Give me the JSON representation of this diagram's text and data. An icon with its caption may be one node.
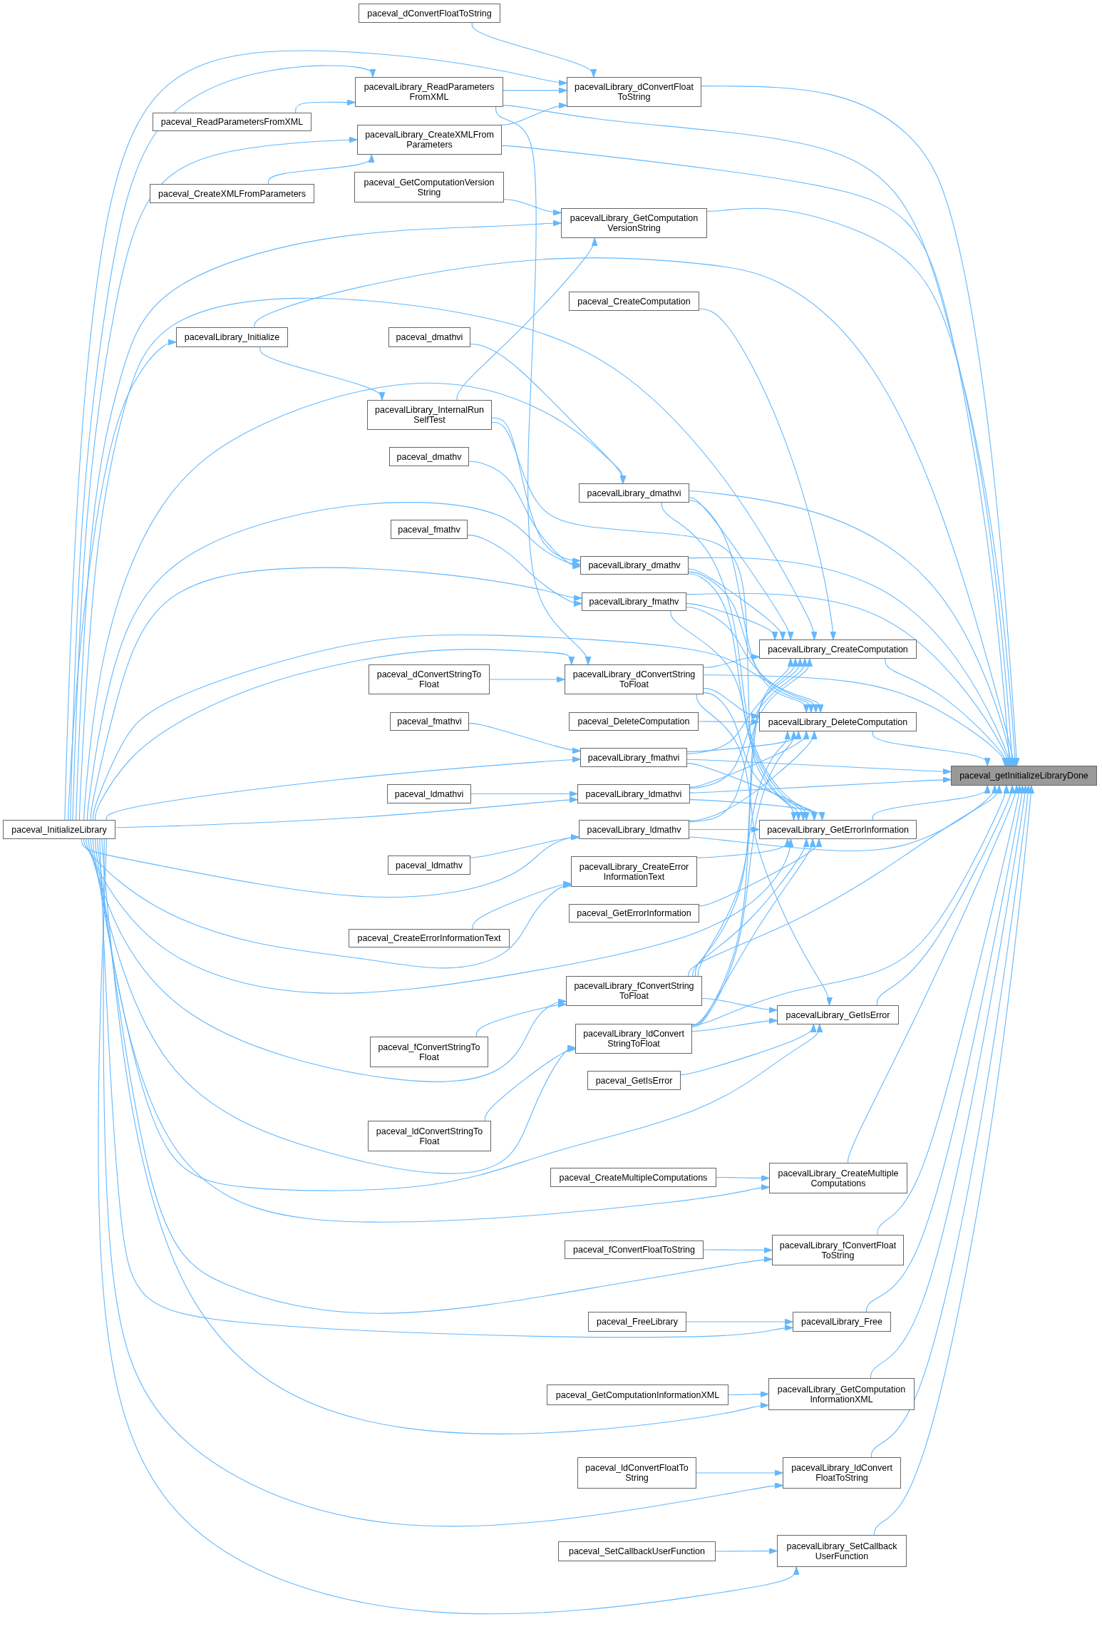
{
  "diagram": {
    "nodes": [
      {
        "text": [
          "paceval_dConvertFloatToString"
        ]
      },
      {
        "text": [
          "pacevalLibrary_ReadParameters FromXML"
        ]
      },
      {
        "text": [
          "pacevalLibrary_dConvertFloat ToString"
        ]
      },
      {
        "text": [
          "paceval_ReadParametersFromXML"
        ]
      },
      {
        "text": [
          "pacevalLibrary_CreateXMLFrom Parameters"
        ]
      },
      {
        "text": [
          "paceval_GetComputationVersion String"
        ]
      },
      {
        "text": [
          "paceval_CreateXMLFromParameters"
        ]
      },
      {
        "text": [
          "pacevalLibrary_GetComputation VersionString"
        ]
      },
      {
        "text": [
          "paceval_CreateComputation"
        ]
      },
      {
        "text": [
          "pacevalLibrary_Initialize"
        ]
      },
      {
        "text": [
          "paceval_dmathvi"
        ]
      },
      {
        "text": [
          "pacevalLibrary_InternalRun SelfTest"
        ]
      },
      {
        "text": [
          "paceval_dmathv"
        ]
      },
      {
        "text": [
          "pacevalLibrary_dmathvi"
        ]
      },
      {
        "text": [
          "paceval_fmathv"
        ]
      },
      {
        "text": [
          "pacevalLibrary_dmathv"
        ]
      },
      {
        "text": [
          "pacevalLibrary_fmathv"
        ]
      },
      {
        "text": [
          "pacevalLibrary_CreateComputation"
        ]
      },
      {
        "text": [
          "paceval_dConvertStringTo Float"
        ]
      },
      {
        "text": [
          "pacevalLibrary_dConvertString ToFloat"
        ]
      },
      {
        "text": [
          "paceval_fmathvi"
        ]
      },
      {
        "text": [
          "paceval_DeleteComputation"
        ]
      },
      {
        "text": [
          "pacevalLibrary_DeleteComputation"
        ]
      },
      {
        "text": [
          "pacevalLibrary_fmathvi"
        ]
      },
      {
        "text": [
          "paceval_getInitializeLibraryDone"
        ]
      },
      {
        "text": [
          "paceval_ldmathvi"
        ]
      },
      {
        "text": [
          "pacevalLibrary_ldmathvi"
        ]
      },
      {
        "text": [
          "paceval_InitializeLibrary"
        ]
      },
      {
        "text": [
          "pacevalLibrary_ldmathv"
        ]
      },
      {
        "text": [
          "pacevalLibrary_GetErrorInformation"
        ]
      },
      {
        "text": [
          "paceval_ldmathv"
        ]
      },
      {
        "text": [
          "pacevalLibrary_CreateError InformationText"
        ]
      },
      {
        "text": [
          "paceval_GetErrorInformation"
        ]
      },
      {
        "text": [
          "paceval_CreateErrorInformationText"
        ]
      },
      {
        "text": [
          "pacevalLibrary_fConvertString ToFloat"
        ]
      },
      {
        "text": [
          "pacevalLibrary_GetIsError"
        ]
      },
      {
        "text": [
          "pacevalLibrary_ldConvert StringToFloat"
        ]
      },
      {
        "text": [
          "paceval_fConvertStringTo Float"
        ]
      },
      {
        "text": [
          "paceval_GetIsError"
        ]
      },
      {
        "text": [
          "paceval_ldConvertStringTo Float"
        ]
      },
      {
        "text": [
          "paceval_CreateMultipleComputations"
        ]
      },
      {
        "text": [
          "pacevalLibrary_CreateMultiple Computations"
        ]
      },
      {
        "text": [
          "paceval_fConvertFloatToString"
        ]
      },
      {
        "text": [
          "pacevalLibrary_fConvertFloat ToString"
        ]
      },
      {
        "text": [
          "paceval_FreeLibrary"
        ]
      },
      {
        "text": [
          "pacevalLibrary_Free"
        ]
      },
      {
        "text": [
          "paceval_GetComputationInformationXML"
        ]
      },
      {
        "text": [
          "pacevalLibrary_GetComputation InformationXML"
        ]
      },
      {
        "text": [
          "paceval_ldConvertFloatTo String"
        ]
      },
      {
        "text": [
          "pacevalLibrary_ldConvert FloatToString"
        ]
      },
      {
        "text": [
          "paceval_SetCallbackUserFunction"
        ]
      },
      {
        "text": [
          "pacevalLibrary_SetCallback UserFunction"
        ]
      }
    ],
    "edges": [
      {
        "from": 0,
        "to": 2,
        "arrow": "to"
      },
      {
        "from": 3,
        "to": 1,
        "arrow": "to"
      },
      {
        "from": 6,
        "to": 4,
        "arrow": "to"
      },
      {
        "from": 5,
        "to": 7,
        "arrow": "to"
      },
      {
        "from": 8,
        "to": 17,
        "arrow": "to"
      },
      {
        "from": 10,
        "to": 13,
        "arrow": "to"
      },
      {
        "from": 12,
        "to": 15,
        "arrow": "to"
      },
      {
        "from": 14,
        "to": 16,
        "arrow": "to"
      },
      {
        "from": 18,
        "to": 19,
        "arrow": "to"
      },
      {
        "from": 20,
        "to": 23,
        "arrow": "to"
      },
      {
        "from": 21,
        "to": 22,
        "arrow": "to"
      },
      {
        "from": 25,
        "to": 26,
        "arrow": "to"
      },
      {
        "from": 30,
        "to": 28,
        "arrow": "to"
      },
      {
        "from": 33,
        "to": 31,
        "arrow": "to"
      },
      {
        "from": 32,
        "to": 29,
        "arrow": "to"
      },
      {
        "from": 37,
        "to": 34,
        "arrow": "to"
      },
      {
        "from": 38,
        "to": 35,
        "arrow": "to"
      },
      {
        "from": 39,
        "to": 36,
        "arrow": "to"
      },
      {
        "from": 40,
        "to": 41,
        "arrow": "to"
      },
      {
        "from": 42,
        "to": 43,
        "arrow": "to"
      },
      {
        "from": 44,
        "to": 45,
        "arrow": "to"
      },
      {
        "from": 46,
        "to": 47,
        "arrow": "to"
      },
      {
        "from": 48,
        "to": 49,
        "arrow": "to"
      },
      {
        "from": 50,
        "to": 51,
        "arrow": "to"
      },
      {
        "from": 1,
        "to": 2,
        "arrow": "to"
      },
      {
        "from": 4,
        "to": 2,
        "arrow": "to"
      },
      {
        "from": 1,
        "to": 19,
        "arrow": "to"
      },
      {
        "from": 9,
        "to": 11,
        "arrow": "to"
      },
      {
        "from": 11,
        "to": 7,
        "arrow": "to"
      },
      {
        "from": 11,
        "to": 15,
        "arrow": "to"
      },
      {
        "from": 11,
        "to": 29,
        "arrow": "to"
      },
      {
        "from": 31,
        "to": 29,
        "arrow": "to"
      },
      {
        "from": 13,
        "to": 17,
        "arrow": "to"
      },
      {
        "from": 13,
        "to": 22,
        "arrow": "to"
      },
      {
        "from": 13,
        "to": 29,
        "arrow": "to"
      },
      {
        "from": 15,
        "to": 17,
        "arrow": "to"
      },
      {
        "from": 15,
        "to": 22,
        "arrow": "to"
      },
      {
        "from": 15,
        "to": 29,
        "arrow": "to"
      },
      {
        "from": 16,
        "to": 17,
        "arrow": "to"
      },
      {
        "from": 16,
        "to": 22,
        "arrow": "to"
      },
      {
        "from": 16,
        "to": 29,
        "arrow": "to"
      },
      {
        "from": 19,
        "to": 17,
        "arrow": "to"
      },
      {
        "from": 19,
        "to": 22,
        "arrow": "to"
      },
      {
        "from": 19,
        "to": 29,
        "arrow": "to"
      },
      {
        "from": 23,
        "to": 17,
        "arrow": "to"
      },
      {
        "from": 23,
        "to": 22,
        "arrow": "to"
      },
      {
        "from": 23,
        "to": 29,
        "arrow": "to"
      },
      {
        "from": 26,
        "to": 17,
        "arrow": "to"
      },
      {
        "from": 26,
        "to": 22,
        "arrow": "to"
      },
      {
        "from": 26,
        "to": 29,
        "arrow": "to"
      },
      {
        "from": 28,
        "to": 17,
        "arrow": "to"
      },
      {
        "from": 28,
        "to": 22,
        "arrow": "to"
      },
      {
        "from": 28,
        "to": 29,
        "arrow": "to"
      },
      {
        "from": 34,
        "to": 17,
        "arrow": "to"
      },
      {
        "from": 34,
        "to": 22,
        "arrow": "to"
      },
      {
        "from": 34,
        "to": 29,
        "arrow": "to"
      },
      {
        "from": 36,
        "to": 17,
        "arrow": "to"
      },
      {
        "from": 36,
        "to": 22,
        "arrow": "to"
      },
      {
        "from": 36,
        "to": 29,
        "arrow": "to"
      },
      {
        "from": 19,
        "to": 35,
        "arrow": "to"
      },
      {
        "from": 34,
        "to": 35,
        "arrow": "to"
      },
      {
        "from": 36,
        "to": 35,
        "arrow": "to"
      },
      {
        "from": 1,
        "to": 24,
        "arrow": "to"
      },
      {
        "from": 2,
        "to": 24,
        "arrow": "to"
      },
      {
        "from": 4,
        "to": 24,
        "arrow": "to"
      },
      {
        "from": 7,
        "to": 24,
        "arrow": "to"
      },
      {
        "from": 9,
        "to": 24,
        "arrow": "to"
      },
      {
        "from": 13,
        "to": 24,
        "arrow": "to"
      },
      {
        "from": 15,
        "to": 24,
        "arrow": "to"
      },
      {
        "from": 16,
        "to": 24,
        "arrow": "to"
      },
      {
        "from": 17,
        "to": 24,
        "arrow": "to"
      },
      {
        "from": 19,
        "to": 24,
        "arrow": "to"
      },
      {
        "from": 22,
        "to": 24,
        "arrow": "to"
      },
      {
        "from": 23,
        "to": 24,
        "arrow": "to"
      },
      {
        "from": 26,
        "to": 24,
        "arrow": "to"
      },
      {
        "from": 28,
        "to": 24,
        "arrow": "to"
      },
      {
        "from": 29,
        "to": 24,
        "arrow": "to"
      },
      {
        "from": 34,
        "to": 24,
        "arrow": "to"
      },
      {
        "from": 35,
        "to": 24,
        "arrow": "to"
      },
      {
        "from": 36,
        "to": 24,
        "arrow": "to"
      },
      {
        "from": 41,
        "to": 24,
        "arrow": "to"
      },
      {
        "from": 43,
        "to": 24,
        "arrow": "to"
      },
      {
        "from": 45,
        "to": 24,
        "arrow": "to"
      },
      {
        "from": 47,
        "to": 24,
        "arrow": "to"
      },
      {
        "from": 49,
        "to": 24,
        "arrow": "to"
      },
      {
        "from": 51,
        "to": 24,
        "arrow": "to"
      },
      {
        "from": 27,
        "to": 2,
        "arrow": "to"
      },
      {
        "from": 27,
        "to": 1,
        "arrow": "to"
      },
      {
        "from": 27,
        "to": 4,
        "arrow": "to"
      },
      {
        "from": 27,
        "to": 7,
        "arrow": "to"
      },
      {
        "from": 27,
        "to": 17,
        "arrow": "to"
      },
      {
        "from": 27,
        "to": 9,
        "arrow": "to"
      },
      {
        "from": 27,
        "to": 13,
        "arrow": "to"
      },
      {
        "from": 27,
        "to": 15,
        "arrow": "to"
      },
      {
        "from": 27,
        "to": 16,
        "arrow": "to"
      },
      {
        "from": 27,
        "to": 22,
        "arrow": "to"
      },
      {
        "from": 27,
        "to": 19,
        "arrow": "to"
      },
      {
        "from": 27,
        "to": 23,
        "arrow": "to"
      },
      {
        "from": 27,
        "to": 26,
        "arrow": "to"
      },
      {
        "from": 27,
        "to": 28,
        "arrow": "to"
      },
      {
        "from": 27,
        "to": 31,
        "arrow": "to"
      },
      {
        "from": 27,
        "to": 29,
        "arrow": "to"
      },
      {
        "from": 27,
        "to": 34,
        "arrow": "to"
      },
      {
        "from": 27,
        "to": 36,
        "arrow": "to"
      },
      {
        "from": 27,
        "to": 35,
        "arrow": "to"
      },
      {
        "from": 27,
        "to": 41,
        "arrow": "to"
      },
      {
        "from": 27,
        "to": 43,
        "arrow": "to"
      },
      {
        "from": 27,
        "to": 45,
        "arrow": "to"
      },
      {
        "from": 27,
        "to": 47,
        "arrow": "to"
      },
      {
        "from": 27,
        "to": 49,
        "arrow": "to"
      },
      {
        "from": 27,
        "to": 51,
        "arrow": "to"
      }
    ]
  }
}
